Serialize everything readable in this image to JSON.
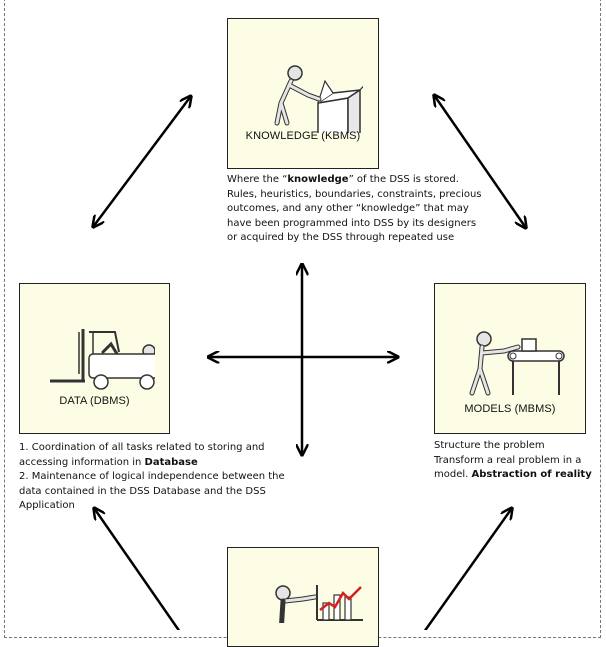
{
  "knowledge": {
    "label": "KNOWLEDGE (KBMS)",
    "desc_pre": "Where the “",
    "desc_bold": "knowledge",
    "desc_post": "” of the DSS is stored. Rules, heuristics, boundaries, constraints, precious outcomes, and any other “knowledge” that may have been programmed into DSS by its designers or acquired by the DSS through repeated use"
  },
  "data": {
    "label": "DATA (DBMS)",
    "line1_pre": "1. Coordination of all tasks related to storing and accessing information in ",
    "line1_bold": "Database",
    "line2": "2. Maintenance of logical independence between the data contained in the DSS Database and the DSS Application"
  },
  "models": {
    "label": "MODELS (MBMS)",
    "line1": "Structure the problem",
    "line2_pre": "Transform a real problem in a model. ",
    "line2_bold": "Abstraction of reality"
  },
  "icons": {
    "knowledge": "person-opening-box-icon",
    "data": "forklift-icon",
    "models": "person-at-conveyor-icon",
    "bottom": "person-presenting-chart-icon"
  },
  "colors": {
    "box_fill": "#fdfde6",
    "arrow": "#000000",
    "chart_line": "#d42020"
  }
}
